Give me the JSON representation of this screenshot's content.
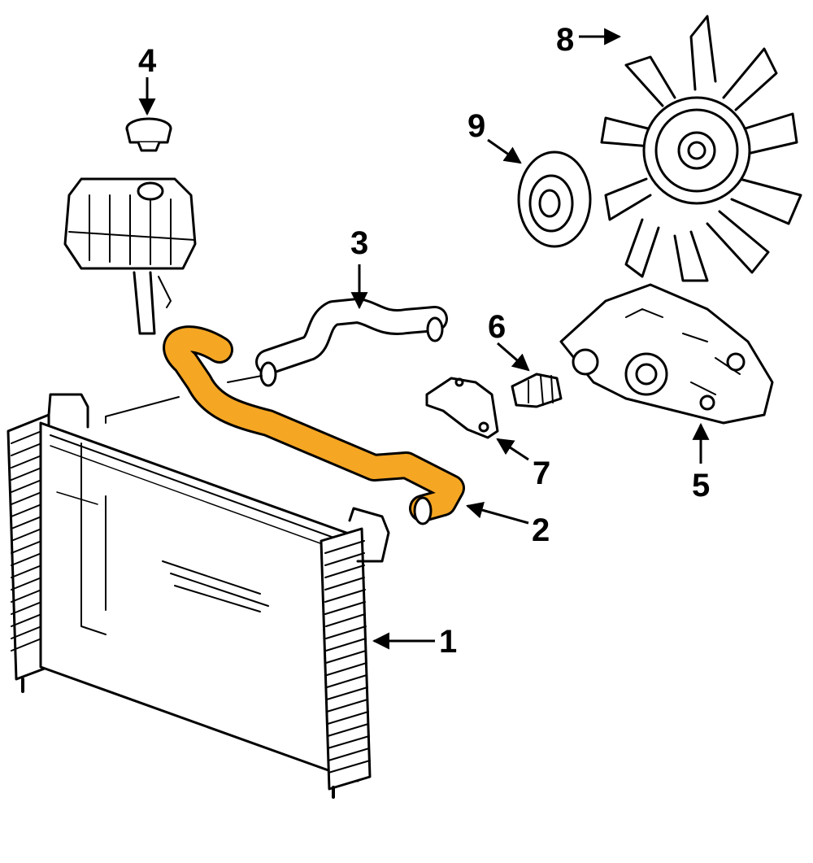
{
  "diagram": {
    "highlight_color": "#f5a623",
    "line_color": "#000000",
    "background": "#ffffff",
    "callouts": [
      {
        "id": "1",
        "label": "1",
        "part": "radiator"
      },
      {
        "id": "2",
        "label": "2",
        "part": "lower-radiator-hose"
      },
      {
        "id": "3",
        "label": "3",
        "part": "upper-radiator-hose"
      },
      {
        "id": "4",
        "label": "4",
        "part": "reservoir-cap"
      },
      {
        "id": "5",
        "label": "5",
        "part": "water-pump"
      },
      {
        "id": "6",
        "label": "6",
        "part": "thermostat"
      },
      {
        "id": "7",
        "label": "7",
        "part": "thermostat-housing"
      },
      {
        "id": "8",
        "label": "8",
        "part": "fan-blade"
      },
      {
        "id": "9",
        "label": "9",
        "part": "fan-pulley"
      }
    ]
  }
}
